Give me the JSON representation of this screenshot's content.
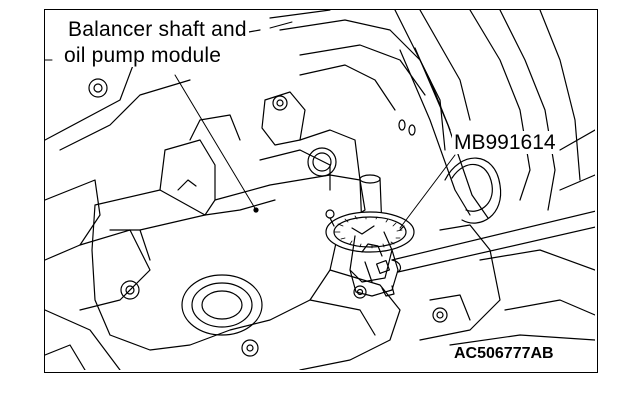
{
  "callouts": {
    "module": {
      "line1": "Balancer shaft and",
      "line2": "oil pump module"
    },
    "tool": "MB991614"
  },
  "figure_code": "AC506777AB"
}
